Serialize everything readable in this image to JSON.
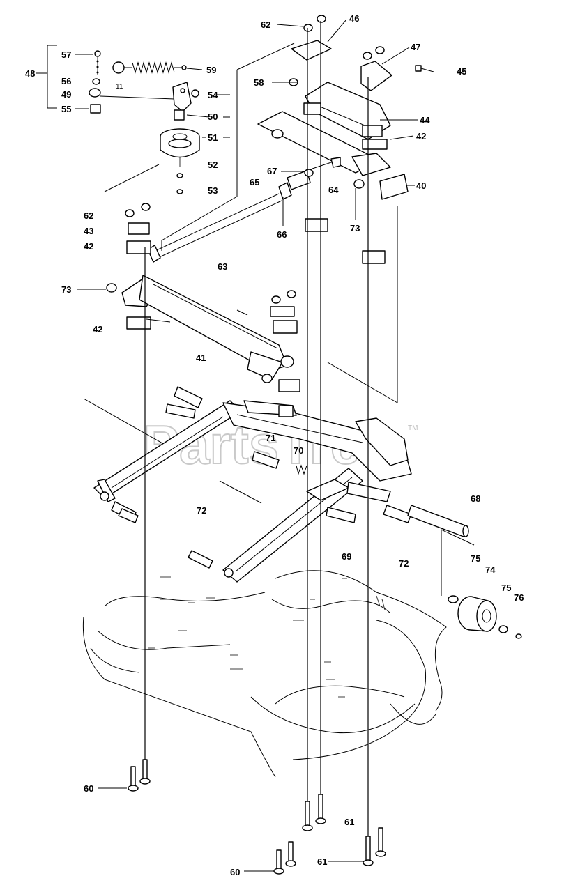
{
  "watermark": {
    "text": "PartsTree",
    "trademark": "TM"
  },
  "callouts": {
    "c62a": "62",
    "c46": "46",
    "c47": "47",
    "c45": "45",
    "c48": "48",
    "c57": "57",
    "c56": "56",
    "c49": "49",
    "c55": "55",
    "c59": "59",
    "c58": "58",
    "c54": "54",
    "c50": "50",
    "c51": "51",
    "c52": "52",
    "c53": "53",
    "c44": "44",
    "c42a": "42",
    "c40": "40",
    "c67": "67",
    "c65": "65",
    "c64": "64",
    "c66": "66",
    "c73a": "73",
    "c62b": "62",
    "c43": "43",
    "c42b": "42",
    "c63": "63",
    "c73b": "73",
    "c42c": "42",
    "c41": "41",
    "c71": "71",
    "c70": "70",
    "c68": "68",
    "c72a": "72",
    "c69": "69",
    "c72b": "72",
    "c75a": "75",
    "c74": "74",
    "c75b": "75",
    "c76": "76",
    "c60a": "60",
    "c61a": "61",
    "c61b": "61",
    "c60b": "60"
  },
  "small_mark": "11"
}
